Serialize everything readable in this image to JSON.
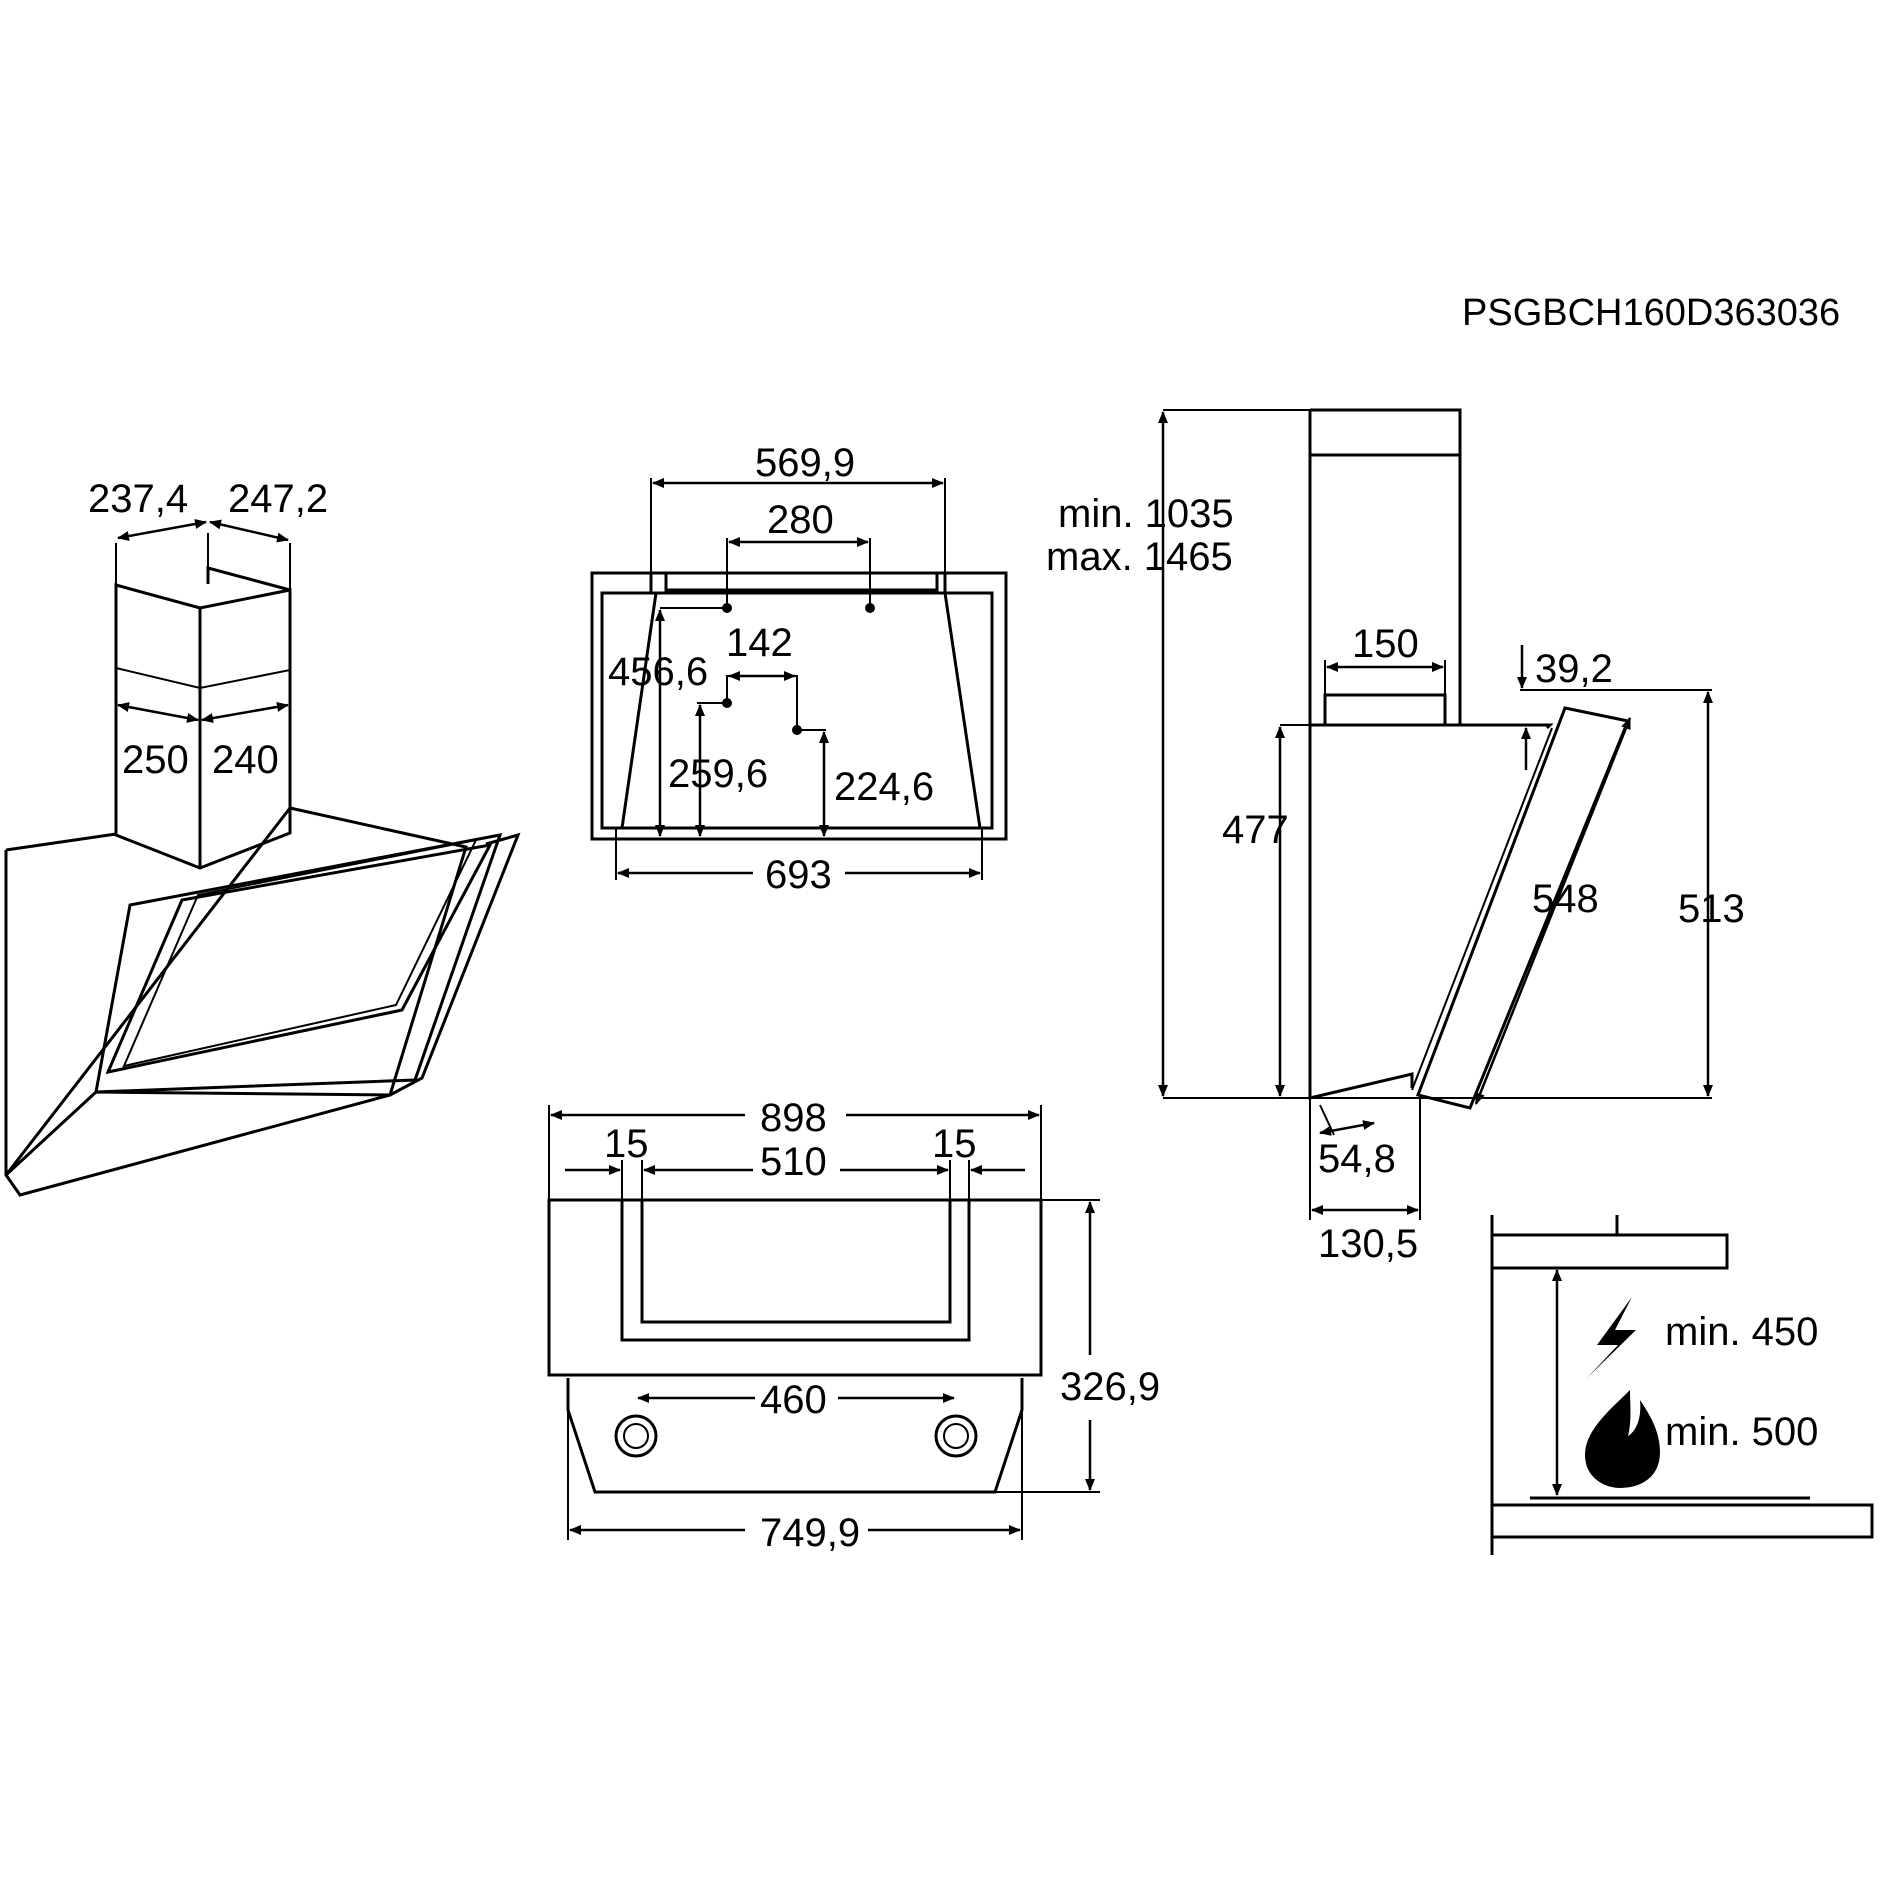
{
  "drawing_code": "PSGBCH160D363036",
  "perspective_view": {
    "chimney_top_left": "237,4",
    "chimney_top_right": "247,2",
    "chimney_mid_left": "250",
    "chimney_mid_right": "240"
  },
  "top_view": {
    "bracket_width": "569,9",
    "hole_spacing": "280",
    "inner_offset": "142",
    "depth_left": "456,6",
    "depth_center": "259,6",
    "depth_right": "224,6",
    "bottom_width": "693"
  },
  "front_view": {
    "overall_width": "898",
    "margin_left": "15",
    "glass_width": "510",
    "margin_right": "15",
    "height": "326,9",
    "control_spacing": "460",
    "bottom_width": "749,9"
  },
  "side_view": {
    "height_min": "min. 1035",
    "height_max": "max. 1465",
    "outlet_width": "150",
    "panel_offset": "39,2",
    "body_height": "477",
    "panel_length": "548",
    "total_height": "513",
    "bottom_offset": "54,8",
    "bottom_depth": "130,5"
  },
  "installation": {
    "electric_distance": "min. 450",
    "gas_distance": "min. 500"
  }
}
